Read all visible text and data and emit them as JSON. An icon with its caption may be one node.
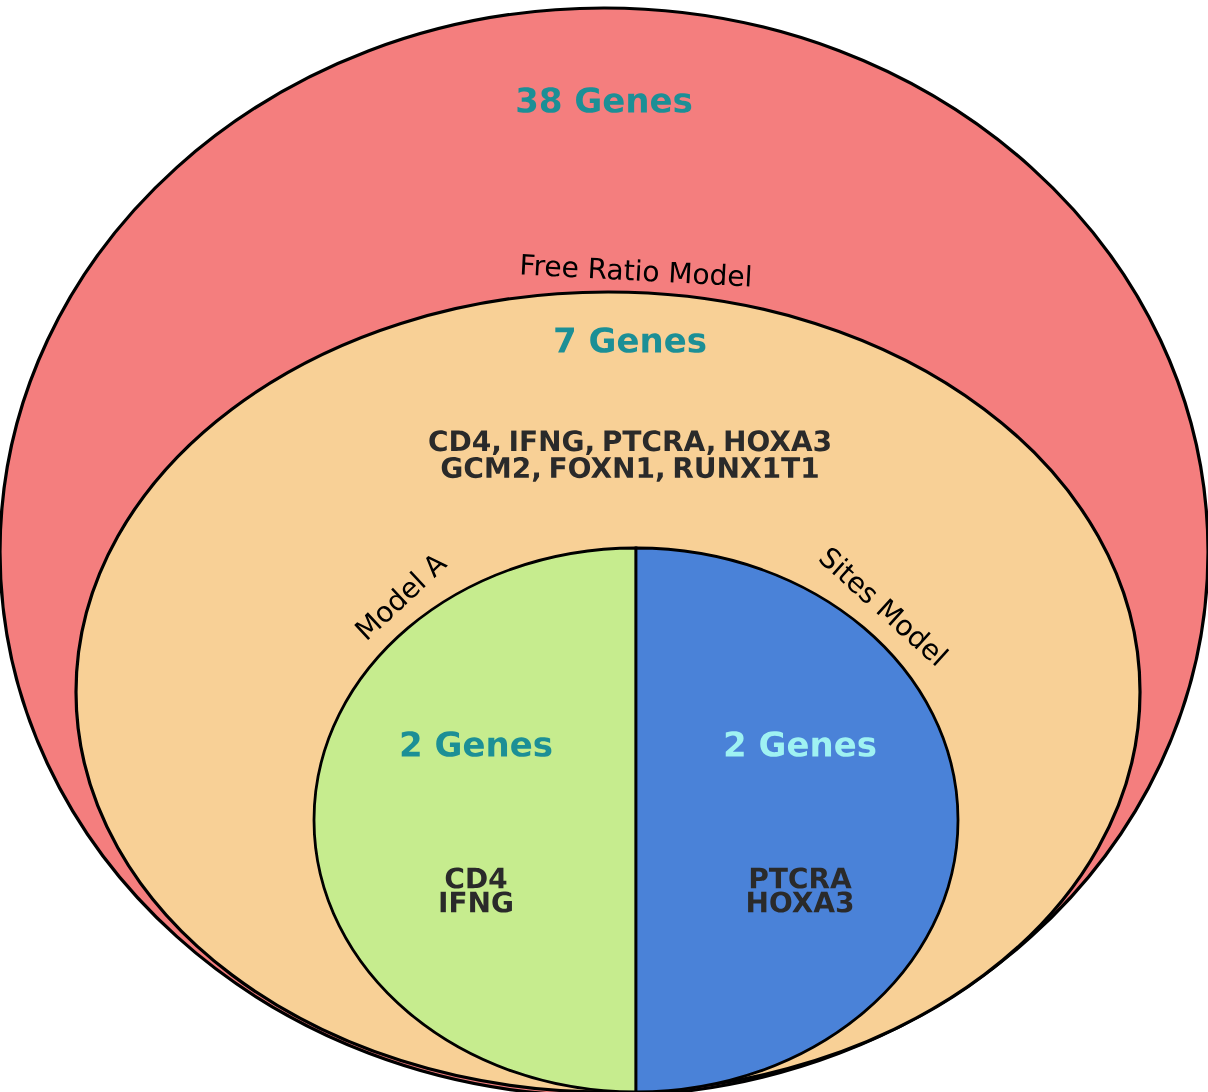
{
  "diagram": {
    "nodes": [
      {
        "text": [
          "38 Genes"
        ]
      },
      {
        "text": [
          "Free Ratio Model",
          "7 Genes",
          "CD4, IFNG, PTCRA, HOXA3 GCM2, FOXN1, RUNX1T1"
        ],
        "in": 0
      },
      {
        "text": [
          "Model A",
          "2 Genes",
          "CD4 IFNG"
        ],
        "in": 1
      },
      {
        "text": [
          "Sites Model",
          "2 Genes",
          "PTCRA HOXA3"
        ],
        "in": 1
      }
    ]
  }
}
